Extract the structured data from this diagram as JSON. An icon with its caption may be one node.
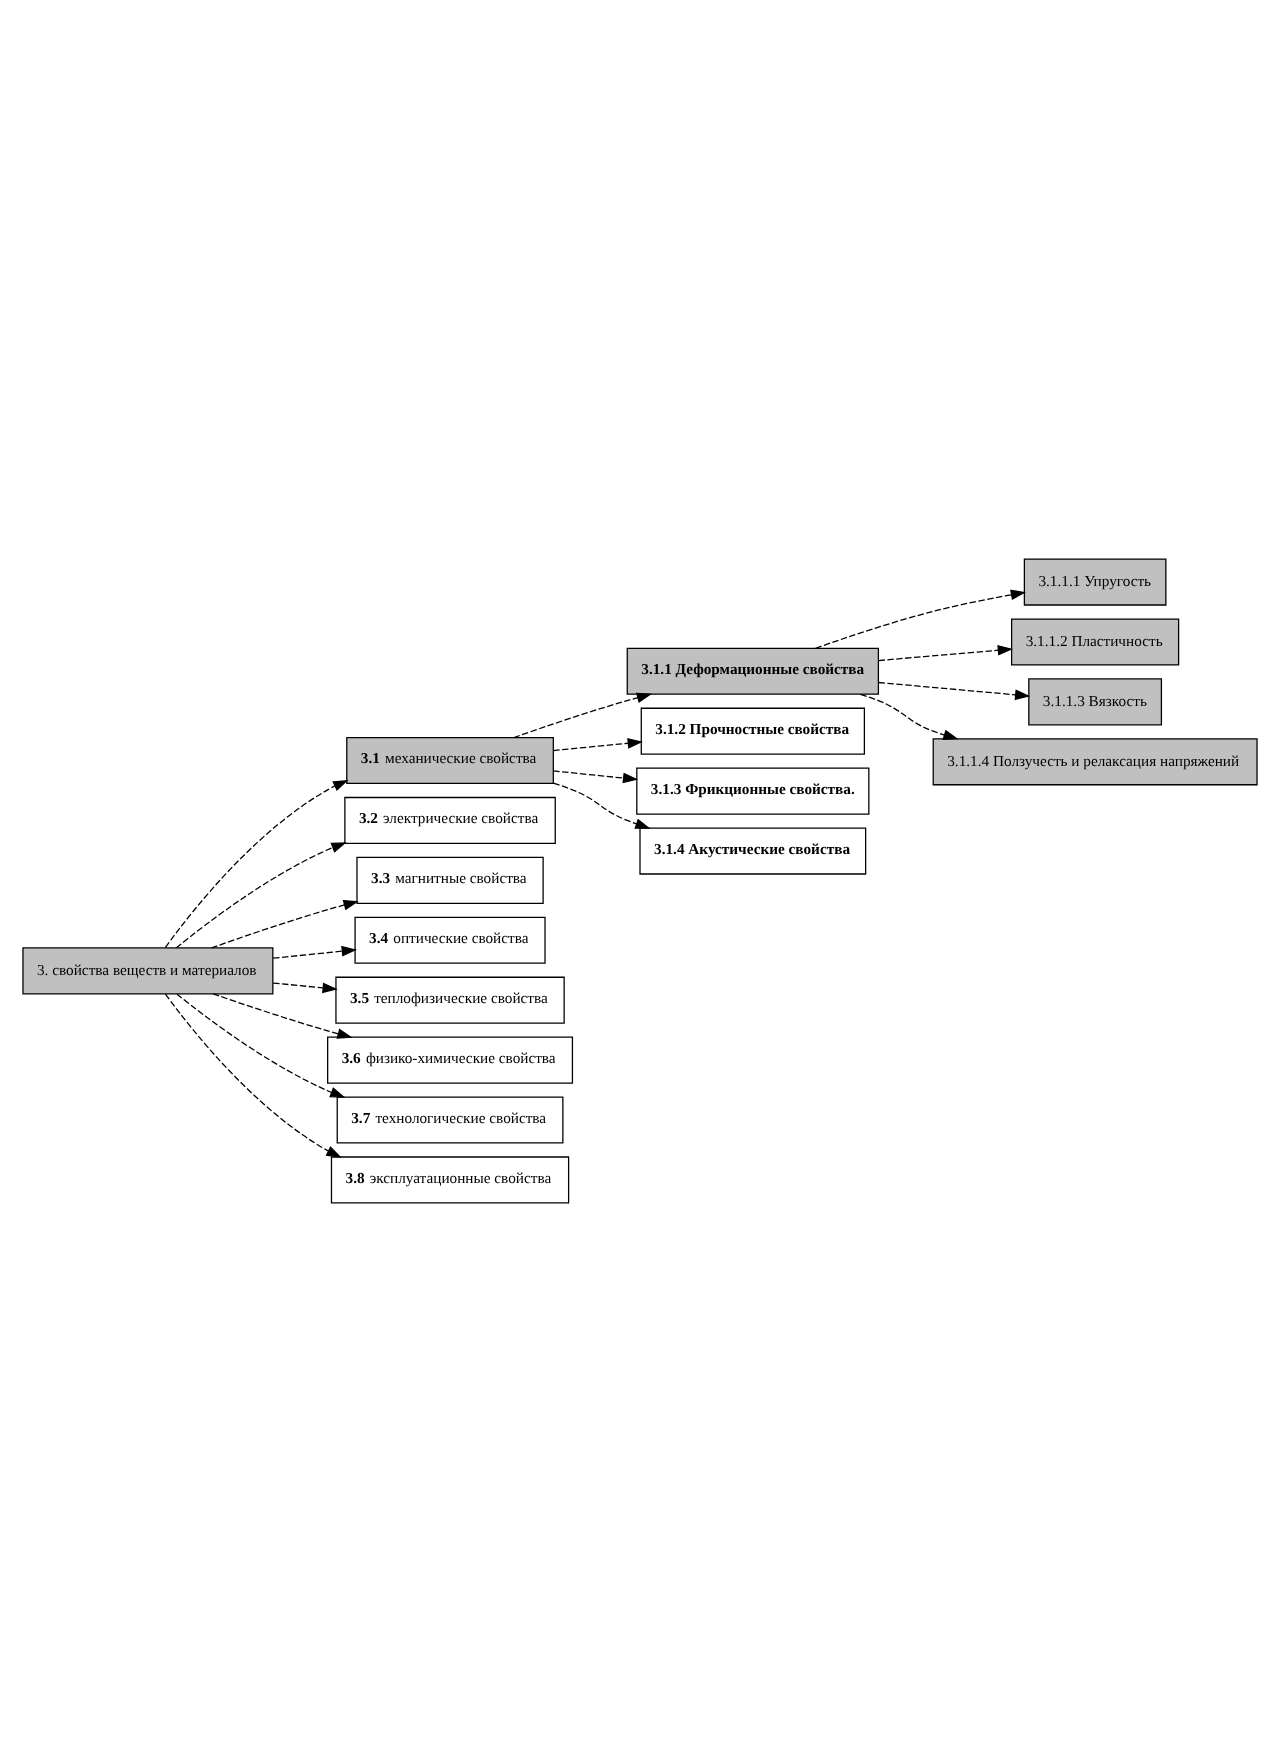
{
  "diagram": {
    "nodes": [
      {
        "text": [
          "3. свойства веществ и материалов"
        ]
      },
      {
        "text": [
          "**3.1** механические свойства"
        ]
      },
      {
        "text": [
          "**3.2** электрические свойства"
        ]
      },
      {
        "text": [
          "**3.3** магнитные свойства"
        ]
      },
      {
        "text": [
          "**3.4** оптические свойства"
        ]
      },
      {
        "text": [
          "**3.5** теплофизические свойства"
        ]
      },
      {
        "text": [
          "**3.6** физико-химические свойства"
        ]
      },
      {
        "text": [
          "**3.7** технологические свойства"
        ]
      },
      {
        "text": [
          "**3.8** эксплуатационные свойства"
        ]
      },
      {
        "text": [
          "3.1.1 Деформационные свойства"
        ]
      },
      {
        "text": [
          "3.1.2 Прочностные свойства"
        ]
      },
      {
        "text": [
          "3.1.3 Фрикционные свойства."
        ]
      },
      {
        "text": [
          "3.1.4 Акустические свойства"
        ]
      },
      {
        "text": [
          "3.1.1.1 Упругость"
        ]
      },
      {
        "text": [
          "3.1.1.2 Пластичность"
        ]
      },
      {
        "text": [
          "3.1.1.3 Вязкость"
        ]
      },
      {
        "text": [
          "3.1.1.4 Ползучесть и релаксация напряжений"
        ]
      }
    ],
    "edges": [
      {
        "from": 0,
        "to": 1,
        "arrow": "to",
        "style": "dashed"
      },
      {
        "from": 0,
        "to": 2,
        "arrow": "to",
        "style": "dashed"
      },
      {
        "from": 0,
        "to": 3,
        "arrow": "to",
        "style": "dashed"
      },
      {
        "from": 0,
        "to": 4,
        "arrow": "to",
        "style": "dashed"
      },
      {
        "from": 0,
        "to": 5,
        "arrow": "to",
        "style": "dashed"
      },
      {
        "from": 0,
        "to": 6,
        "arrow": "to",
        "style": "dashed"
      },
      {
        "from": 0,
        "to": 7,
        "arrow": "to",
        "style": "dashed"
      },
      {
        "from": 0,
        "to": 8,
        "arrow": "to",
        "style": "dashed"
      },
      {
        "from": 1,
        "to": 9,
        "arrow": "to",
        "style": "dashed"
      },
      {
        "from": 1,
        "to": 10,
        "arrow": "to",
        "style": "dashed"
      },
      {
        "from": 1,
        "to": 11,
        "arrow": "to",
        "style": "dashed"
      },
      {
        "from": 1,
        "to": 12,
        "arrow": "to",
        "style": "dashed"
      },
      {
        "from": 9,
        "to": 13,
        "arrow": "to",
        "style": "dashed"
      },
      {
        "from": 9,
        "to": 14,
        "arrow": "to",
        "style": "dashed"
      },
      {
        "from": 9,
        "to": 15,
        "arrow": "to",
        "style": "dashed"
      },
      {
        "from": 9,
        "to": 16,
        "arrow": "to",
        "style": "dashed"
      }
    ]
  }
}
